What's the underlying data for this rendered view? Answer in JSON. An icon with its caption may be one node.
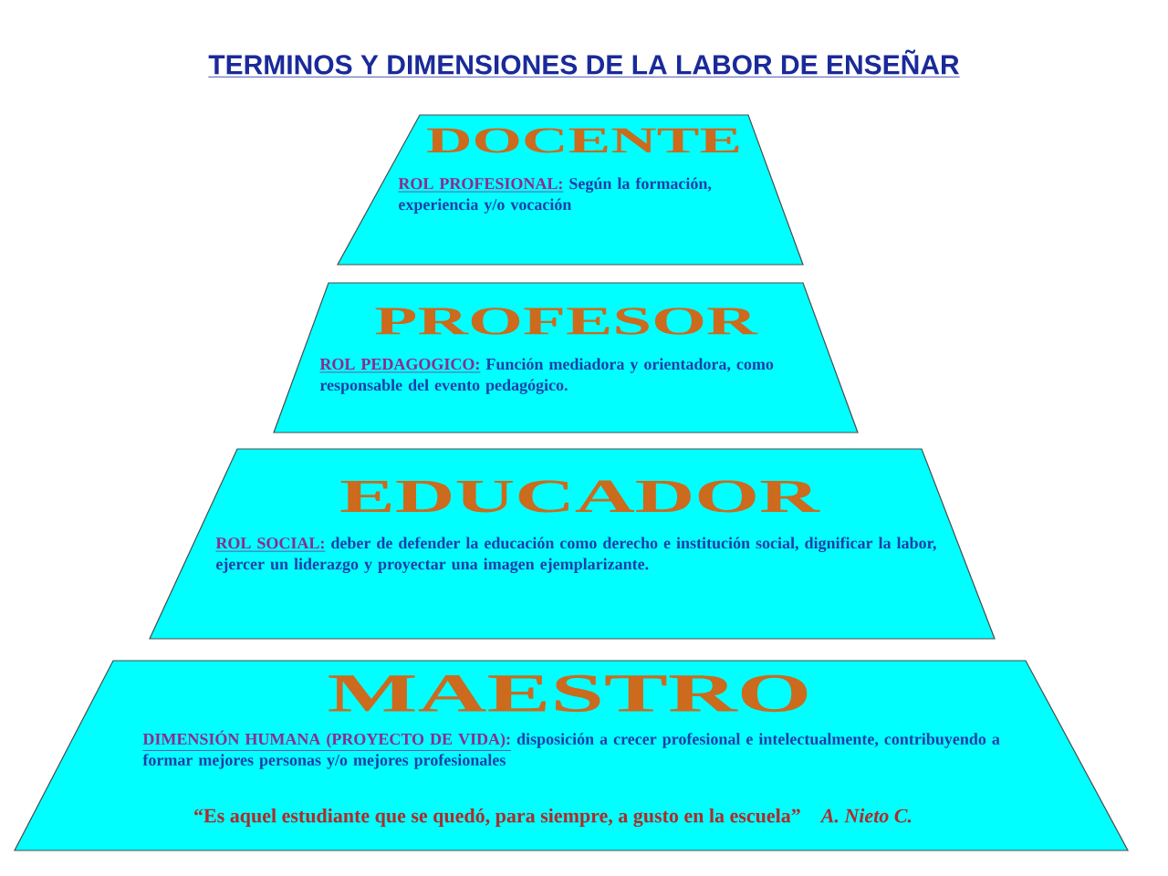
{
  "diagram": {
    "title": "TERMINOS Y DIMENSIONES DE LA LABOR DE ENSEÑAR",
    "nodes": [
      {
        "text": [
          "DOCENTE",
          "ROL PROFESIONAL:",
          "Según la formación, experiencia y/o vocación"
        ]
      },
      {
        "text": [
          "PROFESOR",
          "ROL PEDAGOGICO:",
          "Función mediadora y orientadora, como responsable del evento pedagógico."
        ]
      },
      {
        "text": [
          "EDUCADOR",
          "ROL SOCIAL:",
          "deber de defender la educación como derecho e institución social, dignificar la labor, ejercer un liderazgo y proyectar una imagen ejemplarizante."
        ]
      },
      {
        "text": [
          "MAESTRO",
          "DIMENSIÓN HUMANA (PROYECTO DE VIDA):",
          "disposición a crecer profesional e intelectualmente, contribuyendo a formar mejores personas y/o mejores profesionales",
          "“Es aquel estudiante que se quedó, para siempre, a gusto en la escuela”",
          "A. Nieto C."
        ]
      }
    ]
  }
}
